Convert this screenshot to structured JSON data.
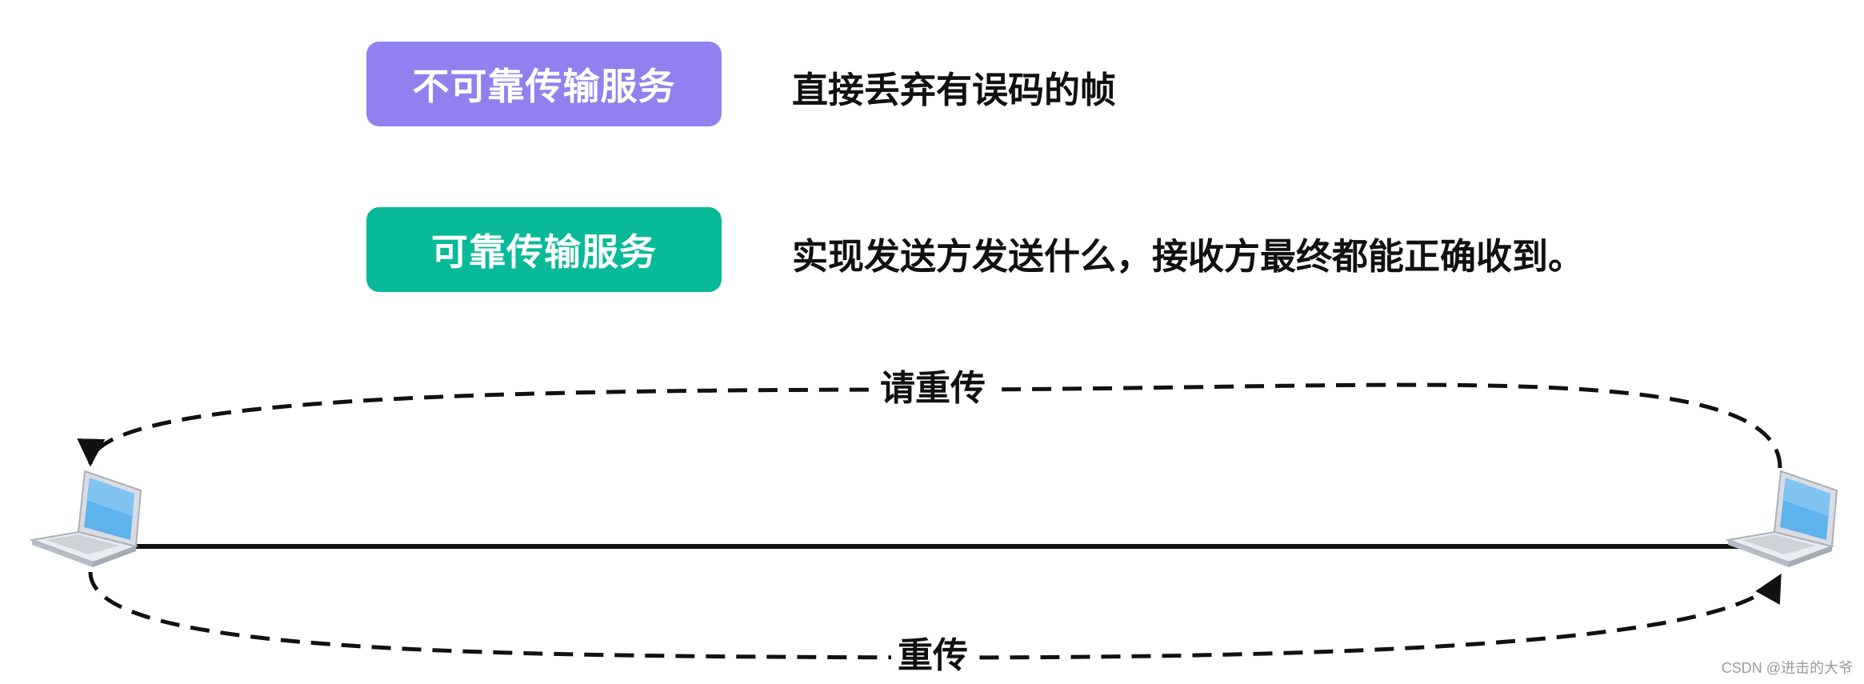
{
  "services": [
    {
      "label": "不可靠传输服务",
      "description": "直接丢弃有误码的帧",
      "color": "#9181EF"
    },
    {
      "label": "可靠传输服务",
      "description": "实现发送方发送什么，接收方最终都能正确收到。",
      "color": "#08BA97"
    }
  ],
  "diagram": {
    "request_label": "请重传",
    "retransmit_label": "重传",
    "left_node_icon": "laptop-icon",
    "right_node_icon": "laptop-icon"
  },
  "watermark": "CSDN @进击的大爷"
}
